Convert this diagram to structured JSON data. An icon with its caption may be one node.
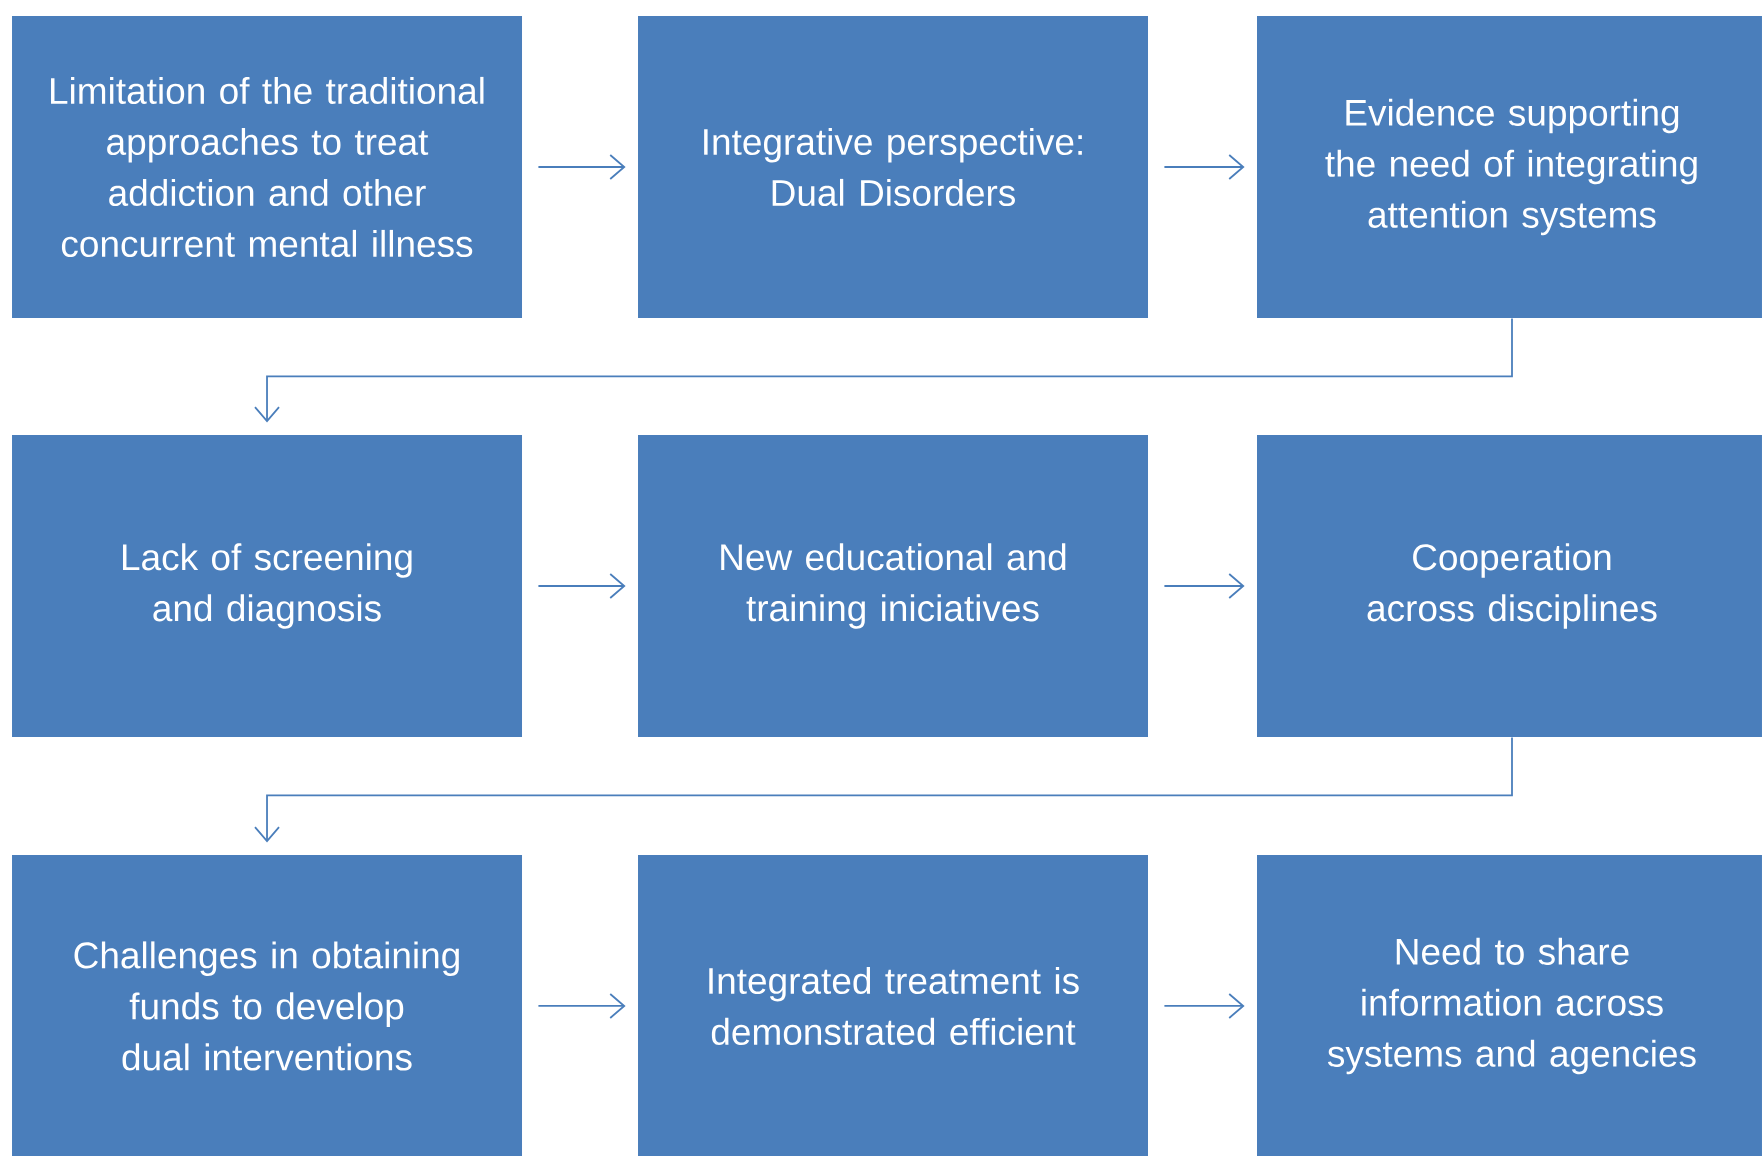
{
  "diagram": {
    "nodes": [
      {
        "text": [
          "Limitation of the traditional approaches to treat addiction and other concurrent mental illness"
        ]
      },
      {
        "text": [
          "Integrative perspective: Dual Disorders"
        ]
      },
      {
        "text": [
          "Evidence supporting the need of integrating attention systems"
        ]
      },
      {
        "text": [
          "Lack of screening and diagnosis"
        ]
      },
      {
        "text": [
          "New educational and training iniciatives"
        ]
      },
      {
        "text": [
          "Cooperation across disciplines"
        ]
      },
      {
        "text": [
          "Challenges in obtaining funds to develop dual interventions"
        ]
      },
      {
        "text": [
          "Integrated treatment is demonstrated efficient"
        ]
      },
      {
        "text": [
          "Need to share information across systems and agencies"
        ]
      }
    ],
    "edges": [
      {
        "from": 0,
        "to": 1,
        "arrow": "to"
      },
      {
        "from": 1,
        "to": 2,
        "arrow": "to"
      },
      {
        "from": 2,
        "to": 3,
        "arrow": "to"
      },
      {
        "from": 3,
        "to": 4,
        "arrow": "to"
      },
      {
        "from": 4,
        "to": 5,
        "arrow": "to"
      },
      {
        "from": 5,
        "to": 6,
        "arrow": "to"
      },
      {
        "from": 6,
        "to": 7,
        "arrow": "to"
      },
      {
        "from": 7,
        "to": 8,
        "arrow": "to"
      }
    ]
  }
}
